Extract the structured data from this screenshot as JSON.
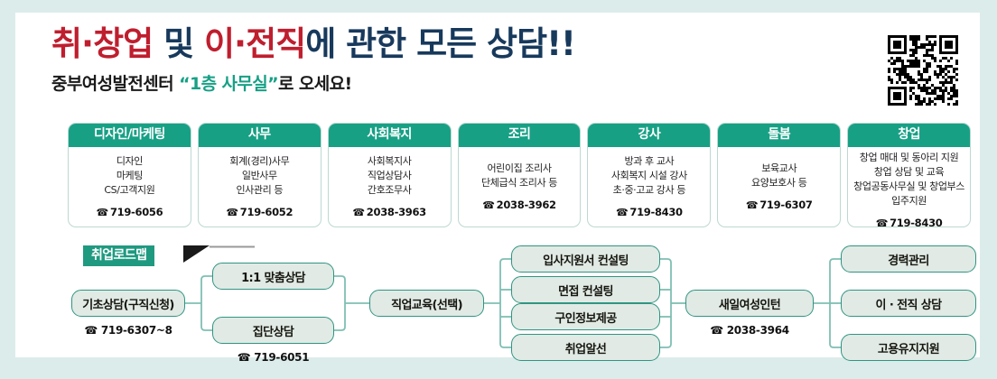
{
  "header": {
    "title_parts": [
      {
        "text": "취·창업",
        "color": "red"
      },
      {
        "text": " 및 ",
        "color": "navy"
      },
      {
        "text": "이·전직",
        "color": "red"
      },
      {
        "text": "에 관한 모든 상담!!",
        "color": "navy"
      }
    ],
    "title_plain": "취·창업 및 이·전직에 관한 모든 상담!!",
    "subtitle_pre": "중부여성발전센터 ",
    "subtitle_highlight": "“1층 사무실”",
    "subtitle_post": "로 오세요!",
    "qr_label": "qr-code"
  },
  "colors": {
    "brand_green": "#18a085",
    "title_red": "#bf1e2e",
    "title_navy": "#17395c",
    "node_fill": "#e1eae5",
    "node_border": "#2f9582",
    "frame": "#dceceb"
  },
  "cards": [
    {
      "title": "디자인/마케팅",
      "items": [
        "디자인",
        "마케팅",
        "CS/고객지원"
      ],
      "tel": "719-6056"
    },
    {
      "title": "사무",
      "items": [
        "회계(경리)사무",
        "일반사무",
        "인사관리 등"
      ],
      "tel": "719-6052"
    },
    {
      "title": "사회복지",
      "items": [
        "사회복지사",
        "직업상담사",
        "간호조무사"
      ],
      "tel": "2038-3963"
    },
    {
      "title": "조리",
      "items": [
        "어린이집 조리사",
        "단체급식 조리사 등"
      ],
      "tel": "2038-3962"
    },
    {
      "title": "강사",
      "items": [
        "방과 후 교사",
        "사회복지 시설 강사",
        "초·중·고교 강사 등"
      ],
      "tel": "719-8430"
    },
    {
      "title": "돌봄",
      "items": [
        "보육교사",
        "요양보호사 등"
      ],
      "tel": "719-6307"
    },
    {
      "title": "창업",
      "items": [
        "창업 매대 및 동아리 지원",
        "창업 상담 및 교육",
        "창업공동사무실 및 창업부스",
        "입주지원"
      ],
      "tel": "719-8430"
    }
  ],
  "roadmap": {
    "badge": "취업로드맵",
    "nodes": {
      "start": {
        "label": "기초상담(구직신청)",
        "tel": "719-6307~8"
      },
      "consult_1on1": {
        "label": "1:1 맞춤상담"
      },
      "consult_group": {
        "label": "집단상담",
        "tel": "719-6051"
      },
      "training": {
        "label": "직업교육(선택)"
      },
      "service_1": {
        "label": "입사지원서 컨설팅"
      },
      "service_2": {
        "label": "면접 컨설팅"
      },
      "service_3": {
        "label": "구인정보제공"
      },
      "service_4": {
        "label": "취업알선"
      },
      "intern": {
        "label": "새일여성인턴",
        "tel": "2038-3964"
      },
      "after_1": {
        "label": "경력관리"
      },
      "after_2": {
        "label": "이 · 전직 상담"
      },
      "after_3": {
        "label": "고용유지지원"
      }
    }
  },
  "icons": {
    "telephone": "☎"
  }
}
